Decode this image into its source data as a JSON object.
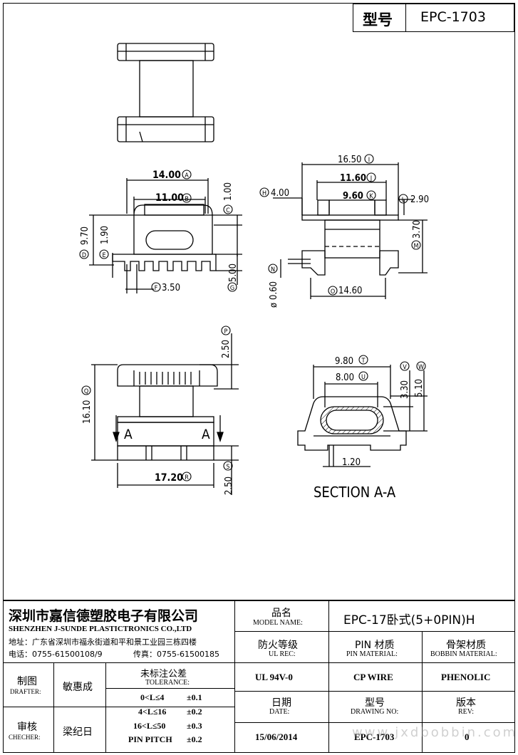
{
  "header": {
    "model_label": "型号",
    "model_value": "EPC-1703"
  },
  "views": {
    "top": {
      "d1": "14.00",
      "d1_tag": "A",
      "d2": "11.00",
      "d2_tag": "B",
      "d3": "1.00",
      "d3_tag": "C",
      "d4": "9.70",
      "d4_tag": "D",
      "d5": "1.90",
      "d5_tag": "E",
      "d6": "3.50",
      "d6_tag": "F",
      "d7": "5.00",
      "d7_tag": "G"
    },
    "right": {
      "d1": "16.50",
      "d1_tag": "I",
      "d2": "11.60",
      "d2_tag": "J",
      "d3": "9.60",
      "d3_tag": "K",
      "d4": "4.00",
      "d4_tag": "H",
      "d5": "2.90",
      "d5_tag": "L",
      "d6": "3.70",
      "d6_tag": "M",
      "d7": "0.60",
      "d7_tag": "N",
      "d7_prefix": "ø",
      "d8": "14.60",
      "d8_tag": "O"
    },
    "side": {
      "d1": "2.50",
      "d1_tag": "P",
      "d2": "16.10",
      "d2_tag": "Q",
      "d3": "17.20",
      "d3_tag": "R",
      "d4": "2.50",
      "d4_tag": "S",
      "section_mark": "A"
    },
    "section": {
      "d1": "9.80",
      "d1_tag": "T",
      "d2": "8.00",
      "d2_tag": "U",
      "d3": "3.30",
      "d3_tag": "V",
      "d4": "5.10",
      "d4_tag": "W",
      "d5": "1.20",
      "title": "SECTION A-A"
    }
  },
  "title_block": {
    "company_cn": "深圳市嘉信德塑胶电子有限公司",
    "company_en": "SHENZHEN J-SUNDE PLASTICTRONICS CO.,LTD",
    "address": "地址：广东省深圳市福永街道和平和景工业园三栋四楼",
    "phone": "电话：0755-61500108/9",
    "fax": "传真：0755-61500185",
    "model_name_cn": "品名",
    "model_name_en": "MODEL NAME:",
    "model_name_value": "EPC-17卧式(5+0PIN)H",
    "ul_rec_cn": "防火等级",
    "ul_rec_en": "UL REC:",
    "pin_mat_cn": "PIN 材质",
    "pin_mat_en": "PIN MATERIAL:",
    "bobbin_mat_cn": "骨架材质",
    "bobbin_mat_en": "BOBBIN MATERIAL:",
    "ul_value": "UL 94V-0",
    "pin_value": "CP WIRE",
    "bobbin_value": "PHENOLIC",
    "drafter_cn": "制图",
    "drafter_en": "DRAFTER:",
    "drafter_name": "敏惠成",
    "checker_cn": "审核",
    "checker_en": "CHECHER:",
    "checker_name": "梁纪日",
    "tol_cn": "未标注公差",
    "tol_en": "TOLERANCE:",
    "tolerances": [
      {
        "range": "0<L≤4",
        "value": "±0.1"
      },
      {
        "range": "4<L≤16",
        "value": "±0.2"
      },
      {
        "range": "16<L≤50",
        "value": "±0.3"
      },
      {
        "range": "PIN PITCH",
        "value": "±0.2"
      }
    ],
    "date_cn": "日期",
    "date_en": "DATE:",
    "date_value": "15/06/2014",
    "drawing_cn": "型号",
    "drawing_en": "DRAWING NO:",
    "drawing_value": "EPC-1703",
    "rev_cn": "版本",
    "rev_en": "REV:",
    "rev_value": "0",
    "watermark": "www.jxdbobbin.com"
  }
}
